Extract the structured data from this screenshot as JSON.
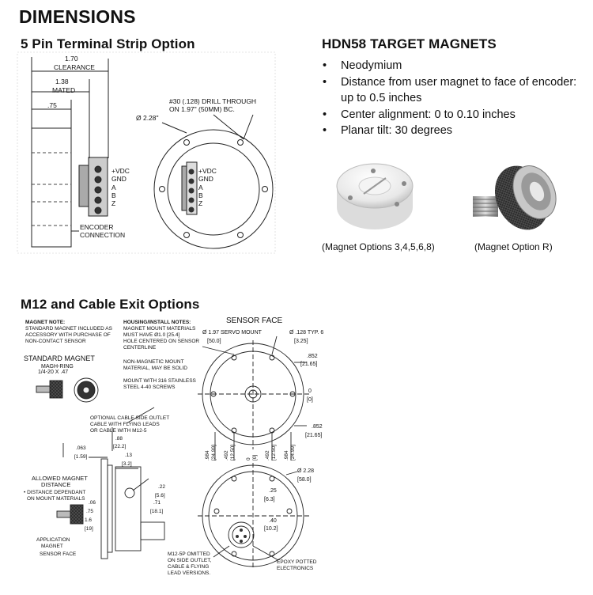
{
  "page": {
    "title": "DIMENSIONS",
    "section1_title": "5 Pin Terminal Strip Option",
    "section2_title": "HDN58 TARGET MAGNETS",
    "section3_title": "M12 and Cable Exit Options"
  },
  "magnets": {
    "bullets": [
      "Neodymium",
      "Distance from user magnet to face of encoder:",
      "up to 0.5 inches",
      "Center alignment: 0 to 0.10 inches",
      "Planar tilt: 30 degrees"
    ],
    "caption_left": "(Magnet Options 3,4,5,6,8)",
    "caption_right": "(Magnet Option R)"
  },
  "terminal_drawing": {
    "clearance_value": "1.70",
    "clearance_label": "CLEARANCE",
    "mated_value": "1.38",
    "mated_label": "MATED",
    "small_value": ".75",
    "pins": [
      "+VDC",
      "GND",
      "A",
      "B",
      "Z"
    ],
    "encoder_connection": [
      "ENCODER",
      "CONNECTION"
    ],
    "drill_note": [
      "#30 (.128) DRILL THROUGH",
      "ON 1.97\" (50MM) BC."
    ],
    "diameter": "Ø 2.28\""
  },
  "m12_drawing": {
    "magnet_note_title": "MAGNET NOTE:",
    "magnet_note": [
      "STANDARD MAGNET INCLUDED AS",
      "ACCESSORY WITH PURCHASE OF",
      "NON-CONTACT SENSOR"
    ],
    "housing_title": "HOUSING/INSTALL NOTES:",
    "housing_note1": [
      "MAGNET MOUNT MATERIALS",
      "MUST HAVE Ø1.0 [25.4]",
      "HOLE CENTERED ON SENSOR",
      "CENTERLINE"
    ],
    "housing_note2": [
      "NON-MAGNETIC MOUNT",
      "MATERIAL, MAY BE SOLID"
    ],
    "housing_note3": [
      "MOUNT WITH 316 STAINLESS",
      "STEEL 4-40 SCREWS"
    ],
    "sensor_face": "SENSOR FACE",
    "servo_mount": "Ø 1.97 SERVO MOUNT",
    "servo_mount_mm": "[50.0]",
    "holes": "Ø .128 TYP. 6",
    "holes_mm": "[3.25]",
    "dim_852a": ".852",
    "dim_852a_mm": "[21.65]",
    "dim_0": "0",
    "dim_0_mm": "[0]",
    "dim_852b": ".852",
    "dim_852b_mm": "[21.65]",
    "vert_dims": [
      ".984",
      "[24.99]",
      ".492",
      "[12.50]",
      "0",
      "[0]",
      ".492",
      "[12.50]",
      ".984",
      "[24.99]"
    ],
    "standard_magnet": "STANDARD MAGNET",
    "magn_ring": "MAGH-RING",
    "magn_thread": "1/4-20 X .47",
    "cable_outlet": [
      "OPTIONAL CABLE SIDE OUTLET",
      "CABLE WITH FLYING LEADS",
      "OR CABLE WITH M12-5"
    ],
    "dim_063": ".063",
    "dim_063_mm": "[1.59]",
    "dim_88": ".88",
    "dim_88_mm": "[22.2]",
    "dim_13": ".13",
    "dim_13_mm": "[3.2]",
    "dim_22": ".22",
    "dim_22_mm": "[5.6]",
    "dim_71": ".71",
    "dim_71_mm": "[18.1]",
    "allowed": [
      "ALLOWED MAGNET",
      "DISTANCE"
    ],
    "distance_dep": [
      "• DISTANCE DEPENDANT",
      "ON MOUNT MATERIALS"
    ],
    "dim_06": ".06",
    "dim_75": ".75",
    "dim_16": "1.6",
    "dim_19": "[19]",
    "app_magnet": [
      "APPLICATION",
      "MAGNET"
    ],
    "sensor_face2": "SENSOR FACE",
    "dia_228": "Ø 2.28",
    "dia_228_mm": "[58.0]",
    "dim_25": ".25",
    "dim_25_mm": "[6.3]",
    "dim_40": ".40",
    "dim_40_mm": "[10.2]",
    "m12_note": [
      "M12-5P OMITTED",
      "ON SIDE OUTLET,",
      "CABLE & FLYING",
      "LEAD VERSIONS."
    ],
    "epoxy": [
      "EPOXY POTTED",
      "ELECTRONICS"
    ]
  }
}
